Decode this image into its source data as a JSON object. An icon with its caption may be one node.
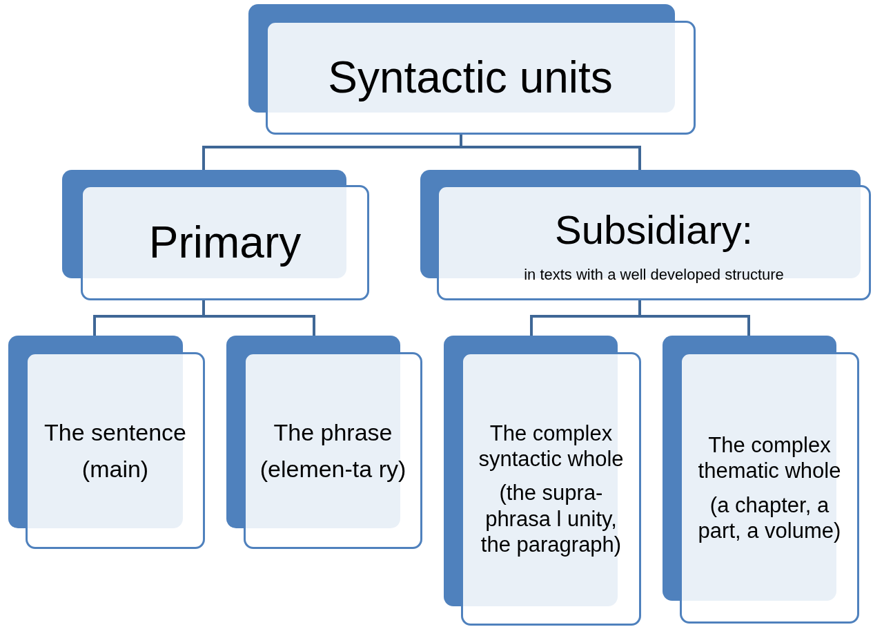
{
  "diagram": {
    "nodes": [
      {
        "text": [
          "Syntactic units"
        ]
      },
      {
        "text": [
          "Primary"
        ]
      },
      {
        "text": [
          "Subsidiary:",
          "in texts with a well developed structure"
        ]
      },
      {
        "text": [
          "The sentence",
          "(main)"
        ]
      },
      {
        "text": [
          "The phrase",
          "(elemen-ta ry)"
        ]
      },
      {
        "text": [
          "The complex syntactic whole",
          "(the supra-phrasa l unity, the paragraph)"
        ]
      },
      {
        "text": [
          "The complex thematic whole",
          "(a chapter, a part, a volume)"
        ]
      }
    ],
    "edges": [
      {
        "from": 0,
        "to": 1,
        "arrow": "none"
      },
      {
        "from": 0,
        "to": 2,
        "arrow": "none"
      },
      {
        "from": 1,
        "to": 3,
        "arrow": "none"
      },
      {
        "from": 1,
        "to": 4,
        "arrow": "none"
      },
      {
        "from": 2,
        "to": 5,
        "arrow": "none"
      },
      {
        "from": 2,
        "to": 6,
        "arrow": "none"
      }
    ]
  }
}
